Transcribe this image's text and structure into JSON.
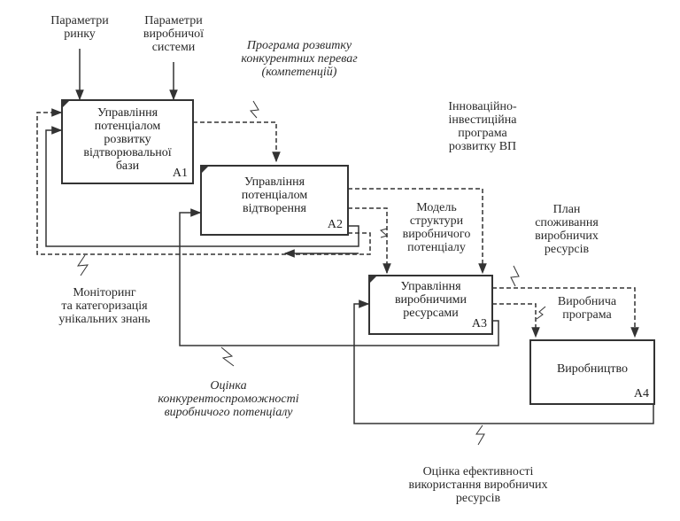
{
  "inputs": {
    "market_params": "Параметри\nринку",
    "production_params": "Параметри\nвиробничої\nсистеми"
  },
  "blocks": [
    {
      "title": "Управління\nпотенціалом\nрозвитку\nвідтворювальної\nбази",
      "code": "A1"
    },
    {
      "title": "Управління\nпотенціалом\nвідтворення",
      "code": "A2"
    },
    {
      "title": "Управління\nвиробничими\nресурсами",
      "code": "A3"
    },
    {
      "title": "Виробництво",
      "code": "A4"
    }
  ],
  "arrows": {
    "competitive_program": "Програма розвитку\nконкурентних переваг\n(компетенцій)",
    "innovation_program": "Інноваційно-\nінвестиційна\nпрограма\nрозвитку ВП",
    "potential_structure": "Модель\nструктури\nвиробничого\nпотенціалу",
    "consumption_plan": "План\nспоживання\nвиробничих\nресурсів",
    "production_program": "Виробнича\nпрограма",
    "monitoring": "Моніторинг\nта категоризація\nунікальних знань",
    "competitiveness_assessment": "Оцінка\nконкурентоспроможності\nвиробничого потенціалу",
    "efficiency_assessment": "Оцінка ефективності\nвикористання виробничих\nресурсів"
  },
  "colors": {
    "line": "#333333",
    "accent": "#1a9ab0",
    "background": "#ffffff"
  }
}
